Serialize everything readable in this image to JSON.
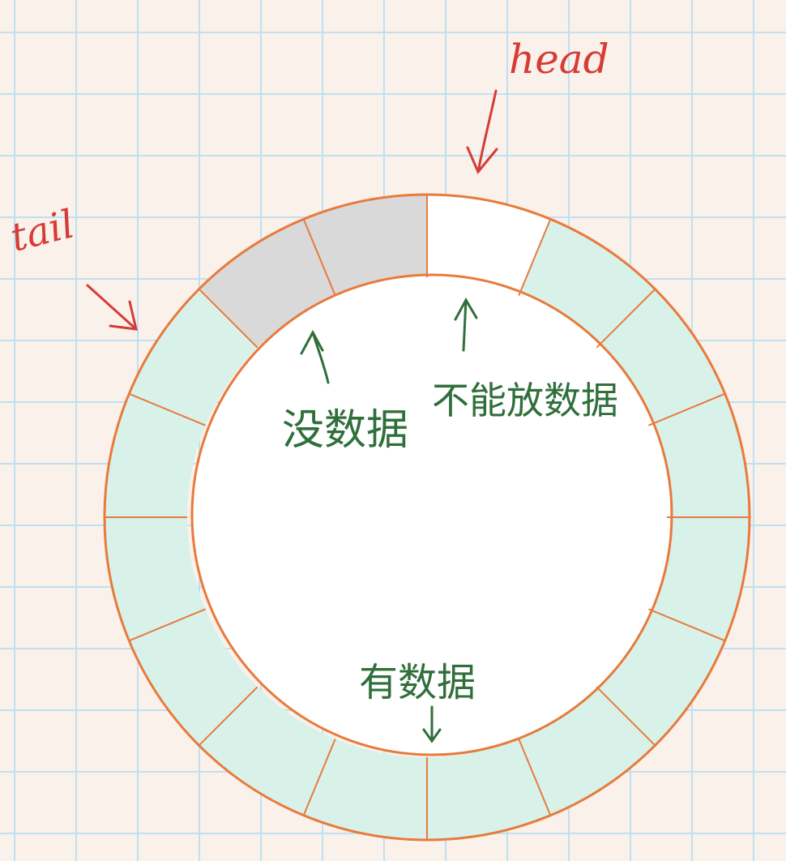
{
  "labels": {
    "head": "head",
    "tail": "tail",
    "no_data": "没数据",
    "cannot_store": "不能放数据",
    "has_data": "有数据"
  },
  "colors": {
    "background": "#faf1ea",
    "grid": "#bfe0f2",
    "ring_outline": "#e87a3c",
    "filled_segment": "#d8f2ea",
    "empty_segment": "#d9d9d9",
    "pointer_red": "#d63b36",
    "annotation_green": "#2f6f3a"
  },
  "ring": {
    "segment_count": 16,
    "empty_segments": 2,
    "reserved_segments": 1,
    "filled_segments": 13
  },
  "icons": {
    "head_arrow": "arrow-down-icon",
    "tail_arrow": "arrow-down-right-icon",
    "no_data_arrow": "arrow-up-icon",
    "cannot_store_arrow": "arrow-up-icon",
    "has_data_arrow": "arrow-down-icon"
  }
}
